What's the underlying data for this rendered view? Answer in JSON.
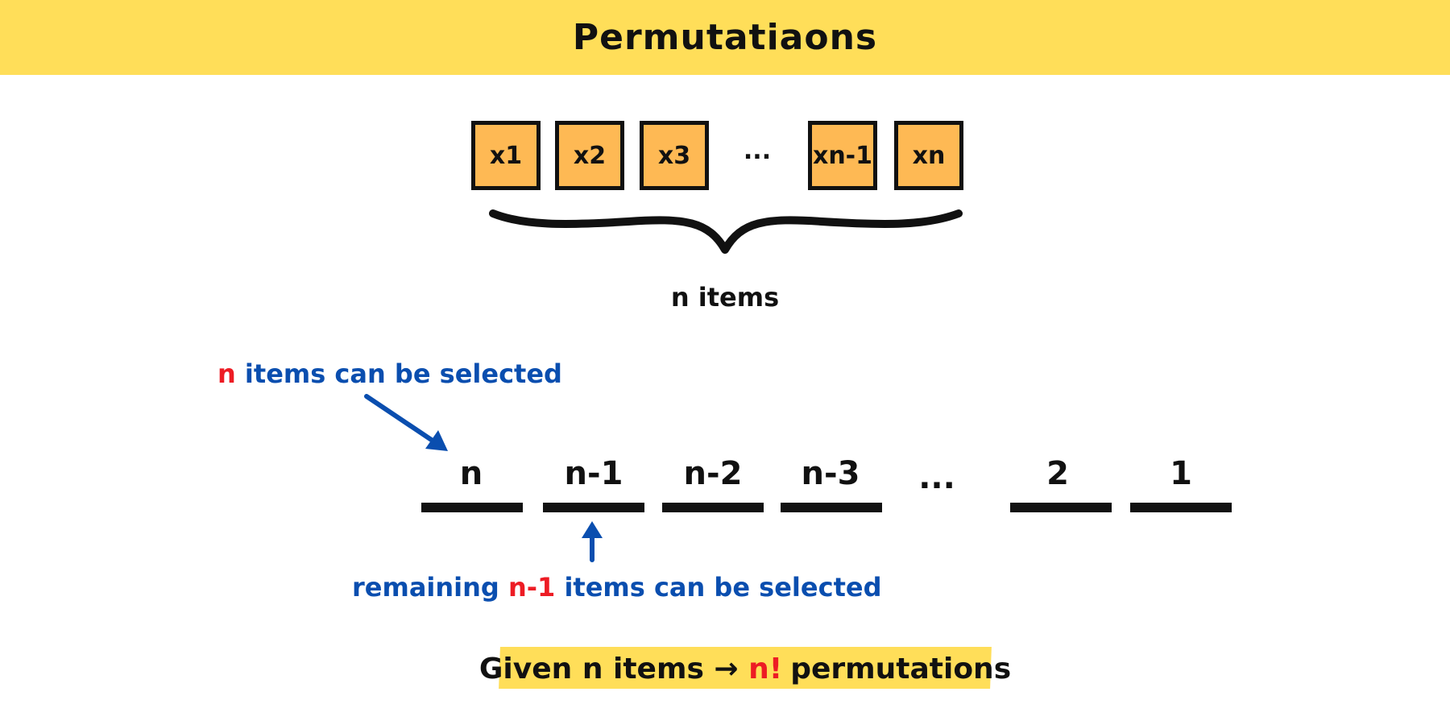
{
  "title": "Permutatiaons",
  "items": [
    "x1",
    "x2",
    "x3",
    "xn-1",
    "xn"
  ],
  "items_ellipsis": "...",
  "brace_label": "n items",
  "top_annotation": {
    "highlight": "n",
    "text": "items can be selected"
  },
  "slots": [
    "n",
    "n-1",
    "n-2",
    "n-3",
    "...",
    "2",
    "1"
  ],
  "bottom_annotation": {
    "prefix": "remaining",
    "highlight": "n-1",
    "suffix": "items can be selected"
  },
  "summary": {
    "prefix": "Given n items",
    "arrow": "→",
    "highlight": "n!",
    "suffix": "permutations"
  },
  "colors": {
    "banner": "#FFDE59",
    "box_fill": "#FEB954",
    "annotation_blue": "#0A4EAF",
    "highlight_red": "#ED1C24",
    "ink": "#111111"
  }
}
